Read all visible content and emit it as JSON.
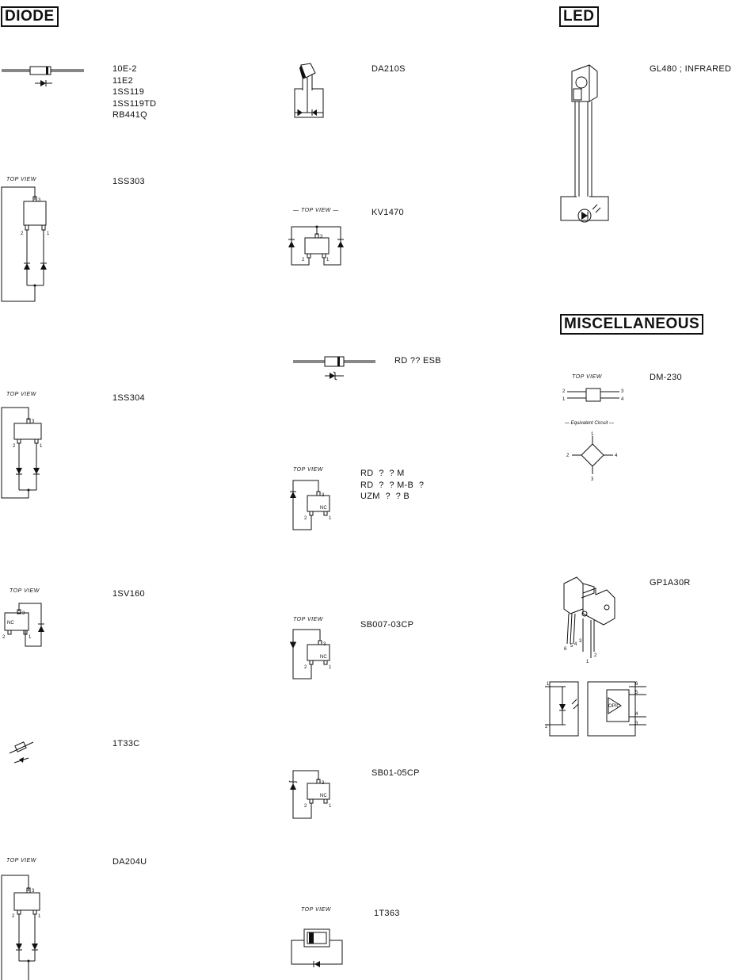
{
  "sections": {
    "diode": "DIODE",
    "led": "LED",
    "misc": "MISCELLANEOUS"
  },
  "common": {
    "top_view": "TOP VIEW",
    "top_view_dash": "— TOP VIEW —",
    "equivalent_circuit": "— Equivalent Circuit —",
    "nc": "NC"
  },
  "labels": {
    "diode_group1": "10E-2\n11E2\n1SS119\n1SS119TD\nRB441Q",
    "1ss303": "1SS303",
    "1ss304": "1SS304",
    "1sv160": "1SV160",
    "1t33c": "1T33C",
    "da204u": "DA204U",
    "da210s": "DA210S",
    "kv1470": "KV1470",
    "rd_esb": "RD ?? ESB",
    "rd_group": "RD  ?  ? M\nRD  ?  ? M-B  ?\nUZM  ?  ? B",
    "sb007": "SB007-03CP",
    "sb01": "SB01-05CP",
    "1t363": "1T363",
    "gl480": "GL480 ; INFRARED",
    "dm230": "DM-230",
    "gp1a30r": "GP1A30R"
  },
  "pins": {
    "p1": "1",
    "p2": "2",
    "p3": "3",
    "p4": "4",
    "p5": "5",
    "p6": "6",
    "opic": "OPIC"
  }
}
